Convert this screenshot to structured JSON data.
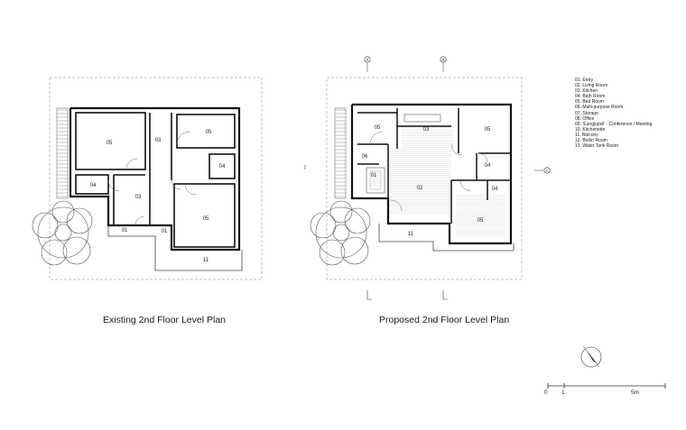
{
  "plans": {
    "existing": {
      "title": "Existing 2nd Floor Level Plan",
      "rooms": {
        "r05a": "05",
        "r03a": "03",
        "r05b": "05",
        "r04a": "04",
        "r04b": "04",
        "r03b": "03",
        "r05c": "05",
        "r01a": "01",
        "r01b": "01",
        "r11": "11"
      }
    },
    "proposed": {
      "title": "Proposed 2nd Floor Level Plan",
      "rooms": {
        "r05a": "05",
        "r03": "03",
        "r05b": "05",
        "r06": "06",
        "r04a": "04",
        "r02": "02",
        "r04b": "04",
        "r01": "01",
        "r05c": "05",
        "r11": "11"
      }
    }
  },
  "legend": [
    "01. Entry",
    "02. Living Room",
    "03. Kitchen",
    "04. Bath Room",
    "05. Bed Room",
    "06. Multi-purpose Room",
    "07. Storage",
    "08. Office",
    "09. 'Eungjupsil' : Conference / Meeting",
    "10. Kitchenette",
    "11. Balcony",
    "12. Boiler Room",
    "13. Water Tank Room"
  ],
  "scale_bar": {
    "zero": "0",
    "one": "1",
    "five": "5m"
  },
  "section_markers": {
    "a": "A",
    "b": "B",
    "c": "C"
  }
}
